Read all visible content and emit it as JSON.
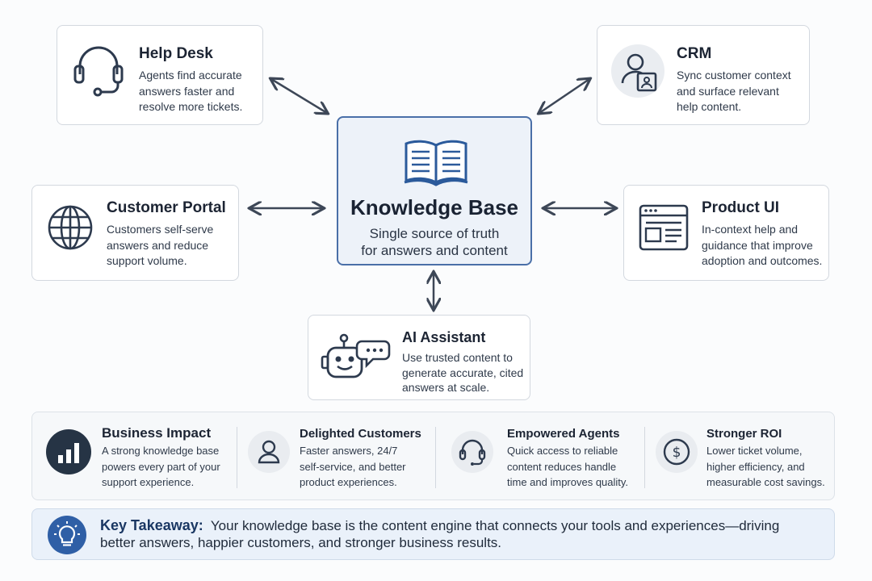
{
  "center": {
    "title": "Knowledge Base",
    "subtitle_line1": "Single source of truth",
    "subtitle_line2": "for answers and content",
    "icon": "open-book-icon"
  },
  "nodes": {
    "help_desk": {
      "title": "Help Desk",
      "lines": [
        "Agents find accurate",
        "answers faster and",
        "resolve more tickets."
      ],
      "icon": "headset-icon"
    },
    "crm": {
      "title": "CRM",
      "lines": [
        "Sync customer context",
        "and surface relevant",
        "help content."
      ],
      "icon": "contact-card-icon"
    },
    "customer_portal": {
      "title": "Customer Portal",
      "lines": [
        "Customers self-serve",
        "answers and reduce",
        "support volume."
      ],
      "icon": "globe-icon"
    },
    "product_ui": {
      "title": "Product UI",
      "lines": [
        "In-context help and",
        "guidance that improve",
        "adoption and outcomes."
      ],
      "icon": "browser-window-icon"
    },
    "ai_assistant": {
      "title": "AI Assistant",
      "lines": [
        "Use trusted content to",
        "generate accurate, cited",
        "answers at scale."
      ],
      "icon": "robot-chat-icon"
    }
  },
  "impact": [
    {
      "title": "Business Impact",
      "lines": [
        "A strong knowledge base",
        "powers every part of your",
        "support experience."
      ],
      "icon": "bar-chart-icon"
    },
    {
      "title": "Delighted Customers",
      "lines": [
        "Faster answers, 24/7",
        "self-service, and better",
        "product experiences."
      ],
      "icon": "user-icon"
    },
    {
      "title": "Empowered Agents",
      "lines": [
        "Quick access to reliable",
        "content reduces handle",
        "time and improves quality."
      ],
      "icon": "headset-icon"
    },
    {
      "title": "Stronger ROI",
      "lines": [
        "Lower ticket volume,",
        "higher efficiency, and",
        "measurable cost savings."
      ],
      "icon": "dollar-coin-icon"
    }
  ],
  "takeaway": {
    "label": "Key Takeaway:",
    "text": "Your knowledge base is the content engine that connects your tools and experiences—driving better answers, happier customers, and stronger business results.",
    "icon": "lightbulb-icon"
  },
  "colors": {
    "accent": "#4a6fa8",
    "dark": "#2d3a4e",
    "badge_dark": "#263445",
    "badge_blue": "#2f5fa6"
  }
}
